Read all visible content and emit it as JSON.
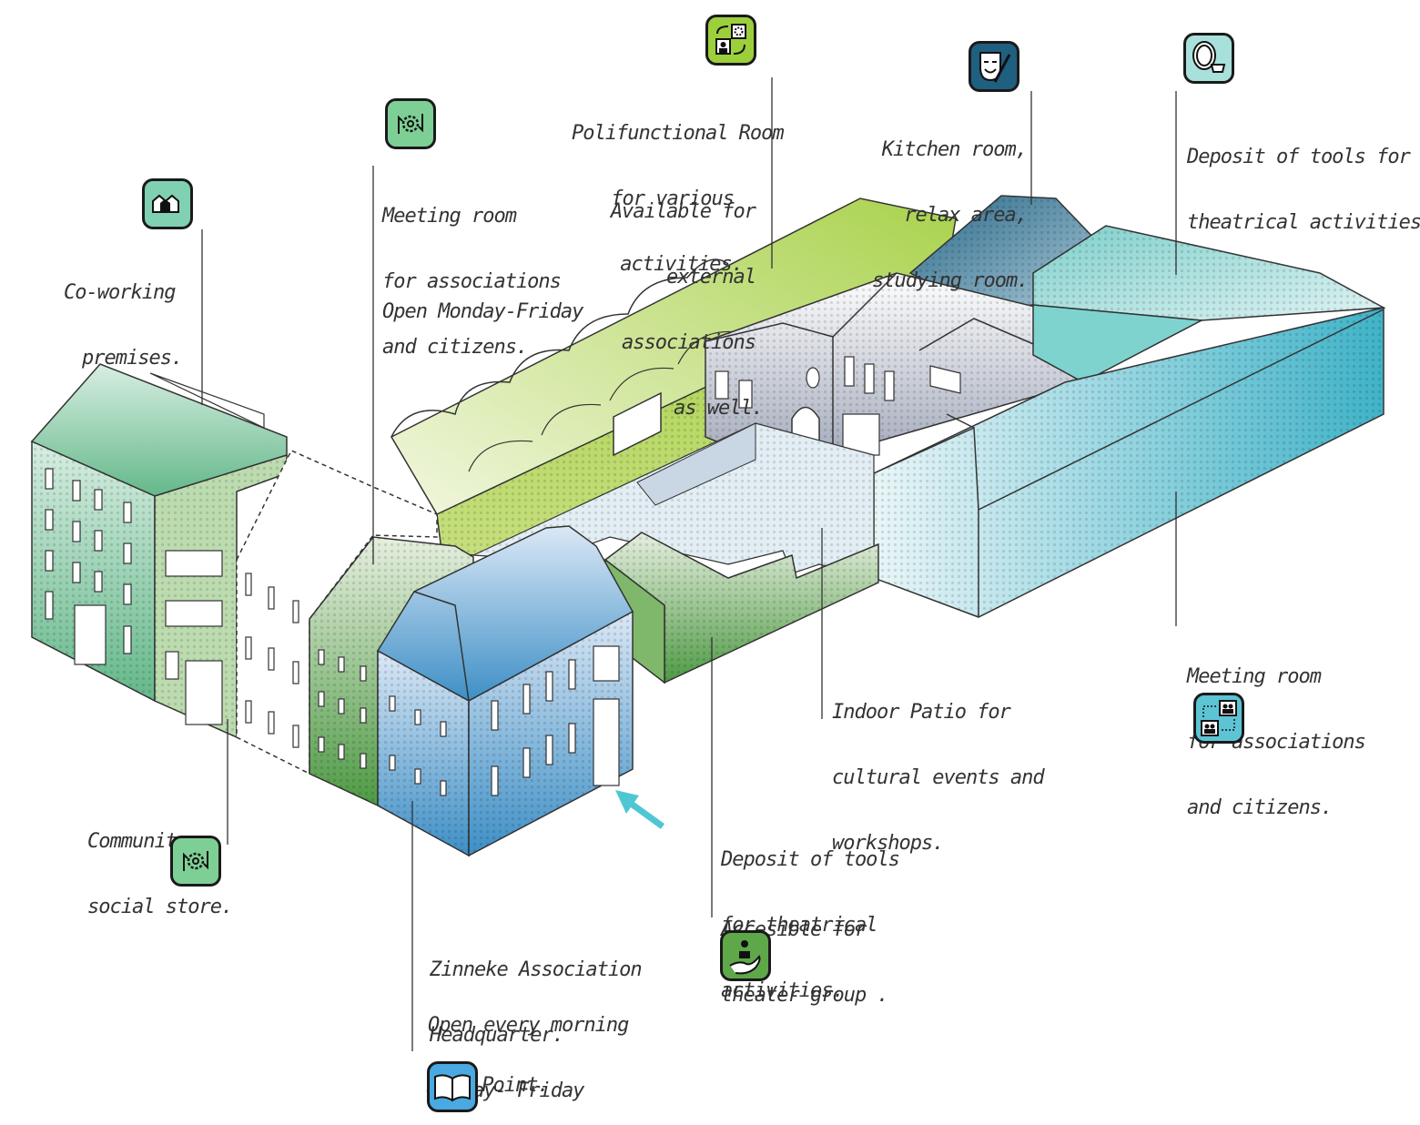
{
  "labels": {
    "coworking": [
      "Co-working",
      "premises."
    ],
    "meeting_left": [
      "Meeting room",
      "for associations",
      "and citizens."
    ],
    "meeting_left_hours": "Open Monday-Friday",
    "polifunctional": [
      "Polifunctional Room",
      "for various",
      "activities."
    ],
    "polifunctional_extra": [
      "Available for",
      "external",
      "associations",
      "as well."
    ],
    "kitchen": [
      "Kitchen room,",
      "relax area,",
      "studying room."
    ],
    "deposit_right": [
      "Deposit of tools for",
      "theatrical activities."
    ],
    "meeting_right": [
      "Meeting room",
      "for associations",
      "and citizens."
    ],
    "patio": [
      "Indoor Patio for",
      "cultural events and",
      "workshops."
    ],
    "deposit_center": [
      "Deposit of tools",
      "for theatrical",
      "activities."
    ],
    "deposit_center_extra": [
      "Accesible for",
      "theater group ."
    ],
    "community": [
      "Community",
      "social store."
    ],
    "zinneke": [
      "Zinneke Association",
      "Headquarter."
    ],
    "zinneke_hours": [
      "Open every morning",
      "Monday- Friday"
    ],
    "info_point": "Info Point."
  },
  "icons": {
    "coworking": {
      "name": "houses-icon",
      "color": "#7fd1b2"
    },
    "meeting_left": {
      "name": "gear-cycle-icon",
      "color": "#7ecf95"
    },
    "polifunctional": {
      "name": "person-gear-exchange-icon",
      "color": "#9ccf3c"
    },
    "kitchen": {
      "name": "theater-mask-brush-icon",
      "color": "#1f5f80"
    },
    "deposit_right": {
      "name": "mirror-cup-icon",
      "color": "#a8e0dc"
    },
    "meeting_right": {
      "name": "group-meeting-icon",
      "color": "#5cc4d4"
    },
    "deposit_center": {
      "name": "hand-person-icon",
      "color": "#5ea84a"
    },
    "community": {
      "name": "gear-cycle-icon",
      "color": "#7ecf95"
    },
    "zinneke": {
      "name": "open-book-icon",
      "color": "#4aa9e0"
    }
  },
  "colors": {
    "line": "#333333",
    "entrance_arrow": "#4ec7d2"
  }
}
